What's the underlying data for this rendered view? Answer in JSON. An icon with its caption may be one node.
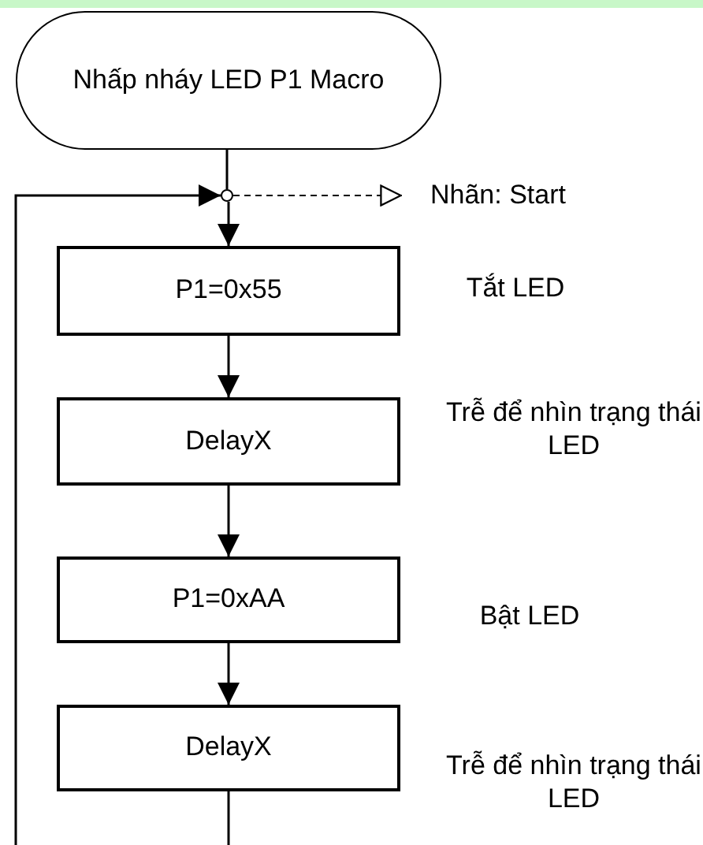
{
  "diagram": {
    "nodes": [
      {
        "text": [
          "Nhấp nháy LED P1 Macro"
        ]
      },
      {
        "text": [],
        "shape": "circle"
      },
      {
        "text": [
          "Nhãn: Start"
        ]
      },
      {
        "text": [
          "P1=0x55"
        ],
        "beside": [
          "Tắt LED"
        ]
      },
      {
        "text": [
          "DelayX"
        ],
        "beside": [
          "Trễ để nhìn trạng thái LED"
        ]
      },
      {
        "text": [
          "P1=0xAA"
        ],
        "beside": [
          "Bật LED"
        ]
      },
      {
        "text": [
          "DelayX"
        ],
        "beside": [
          "Trễ để nhìn trạng thái LED"
        ]
      }
    ],
    "edges": [
      {
        "from": 0,
        "to": 1,
        "arrow": "none"
      },
      {
        "from": 1,
        "to": 3,
        "arrow": "to"
      },
      {
        "from": 1,
        "to": 2,
        "arrow": "to",
        "style": "dashed"
      },
      {
        "from": 3,
        "to": 4,
        "arrow": "to"
      },
      {
        "from": 4,
        "to": 5,
        "arrow": "to"
      },
      {
        "from": 5,
        "to": 6,
        "arrow": "to"
      },
      {
        "from": 6,
        "to": 1,
        "arrow": "to"
      }
    ]
  }
}
